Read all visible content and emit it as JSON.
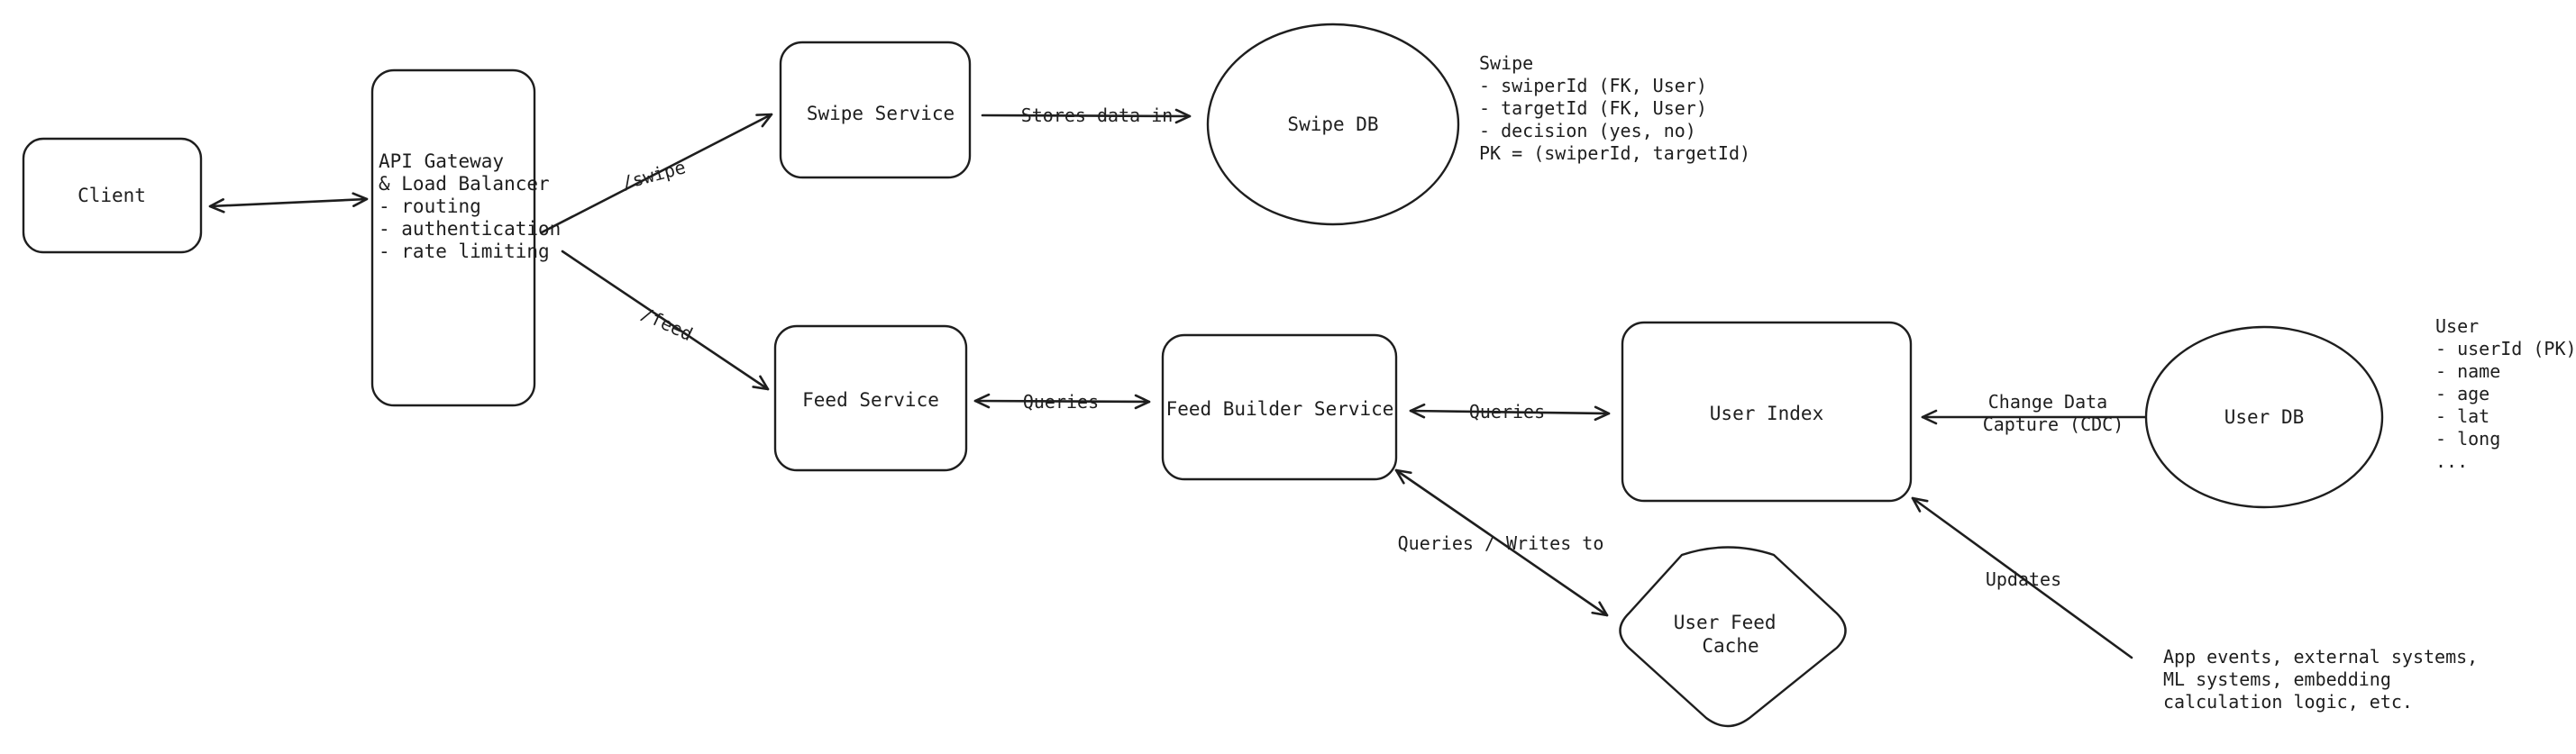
{
  "nodes": {
    "client": {
      "label": "Client"
    },
    "gateway": {
      "lines": [
        "API Gateway",
        "& Load Balancer",
        "- routing",
        "- authentication",
        "- rate limiting"
      ]
    },
    "swipe_service": {
      "label": "Swipe Service"
    },
    "swipe_db": {
      "label": "Swipe DB"
    },
    "feed_service": {
      "label": "Feed Service"
    },
    "feed_builder": {
      "label": "Feed Builder Service"
    },
    "user_index": {
      "label": "User Index"
    },
    "user_db": {
      "label": "User DB"
    },
    "user_feed_cache": {
      "lines": [
        "User Feed",
        "Cache"
      ]
    }
  },
  "edges": {
    "swipe": "/swipe",
    "feed": "/feed",
    "stores": "Stores data in",
    "queries_feed": "Queries",
    "queries_index": "Queries",
    "queries_writes": "Queries / Writes to",
    "cdc": [
      "Change Data",
      "Capture (CDC)"
    ],
    "updates": "Updates"
  },
  "notes": {
    "swipe_schema": [
      "Swipe",
      "- swiperId (FK, User)",
      "- targetId (FK, User)",
      "- decision (yes, no)",
      "PK = (swiperId, targetId)"
    ],
    "user_schema": [
      "User",
      "- userId (PK)",
      "- name",
      "- age",
      "- lat",
      "- long",
      "..."
    ],
    "external_sources": [
      "App events, external systems,",
      "ML systems, embedding",
      "calculation logic, etc."
    ]
  }
}
